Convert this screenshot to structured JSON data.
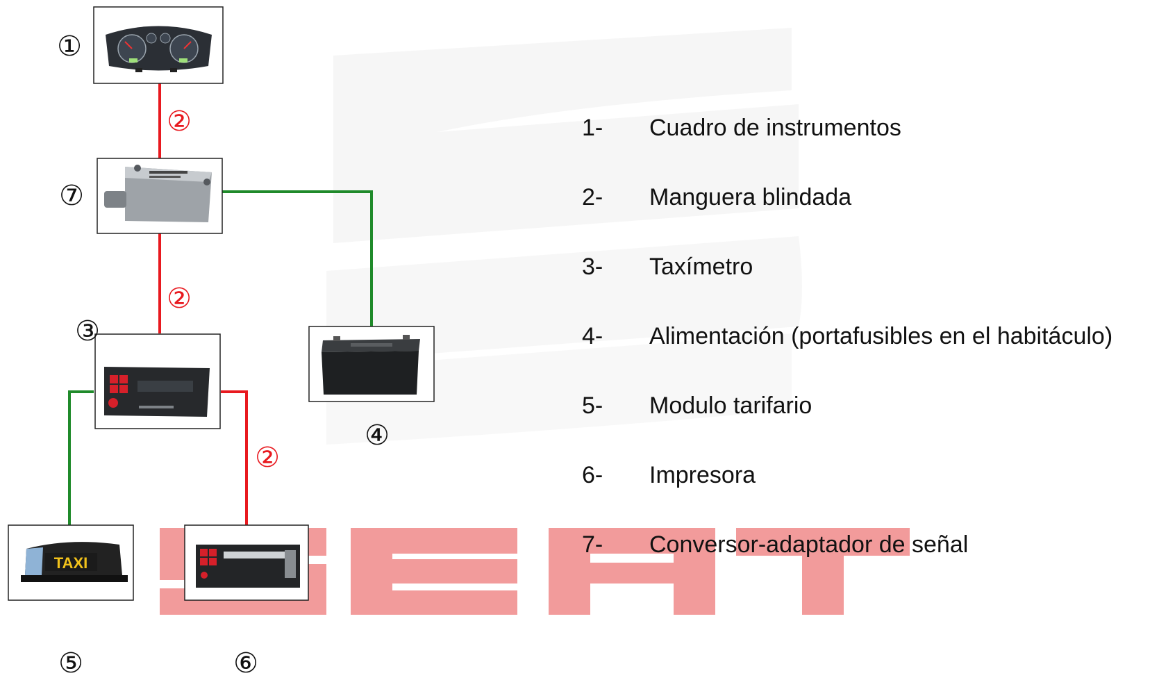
{
  "colors": {
    "power_line": "#e8191f",
    "signal_line": "#1f8a2a",
    "watermark_red": "#f08a8a",
    "watermark_gray": "#ededed",
    "node_border": "#222222"
  },
  "components": [
    {
      "id": "1",
      "marker": "①",
      "picture": "instrument-cluster"
    },
    {
      "id": "7",
      "marker": "⑦",
      "picture": "signal-converter-box"
    },
    {
      "id": "3",
      "marker": "③",
      "picture": "taximeter"
    },
    {
      "id": "4",
      "marker": "④",
      "picture": "battery"
    },
    {
      "id": "5",
      "marker": "⑤",
      "picture": "taxi-sign",
      "sign_text": "TAXI"
    },
    {
      "id": "6",
      "marker": "⑥",
      "picture": "printer"
    }
  ],
  "connection_marker": "②",
  "connections": [
    {
      "from": "1",
      "to": "7",
      "kind": "power_line",
      "marker": "②"
    },
    {
      "from": "7",
      "to": "3",
      "kind": "power_line",
      "marker": "②"
    },
    {
      "from": "3",
      "to": "6",
      "kind": "power_line",
      "marker": "②"
    },
    {
      "from": "7",
      "to": "4",
      "kind": "signal_line"
    },
    {
      "from": "3",
      "to": "5",
      "kind": "signal_line"
    }
  ],
  "legend": [
    {
      "num": "1-",
      "text": "Cuadro de instrumentos"
    },
    {
      "num": "2-",
      "text": "Manguera blindada"
    },
    {
      "num": "3-",
      "text": "Taxímetro"
    },
    {
      "num": "4-",
      "text": "Alimentación (portafusibles en el habitáculo)"
    },
    {
      "num": "5-",
      "text": "Modulo tarifario"
    },
    {
      "num": "6-",
      "text": "Impresora"
    },
    {
      "num": "7-",
      "text": "Conversor-adaptador de señal"
    }
  ],
  "watermark_text": "SEAT"
}
